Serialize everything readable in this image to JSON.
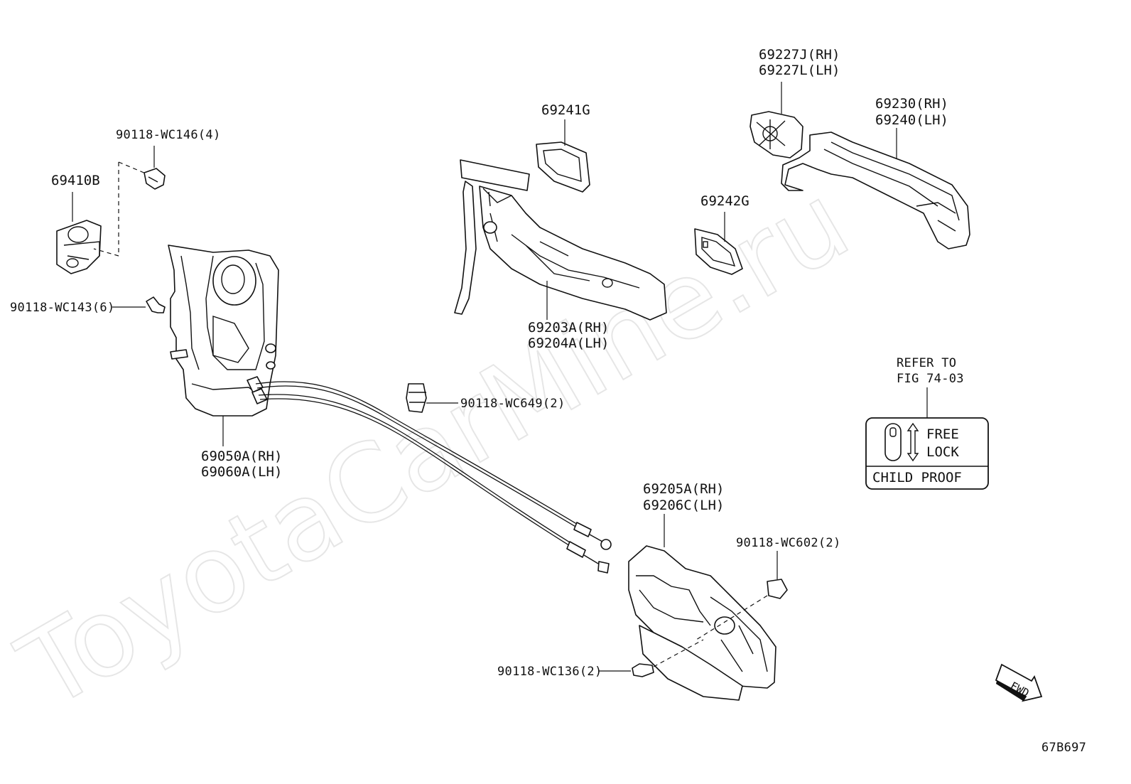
{
  "watermark": "ToyotaCarMine.ru",
  "figure_code": "67B697",
  "fwd_label": "FWD",
  "callouts": {
    "bolt_146": "90118-WC146(4)",
    "striker": "69410B",
    "screw_143": "90118-WC143(6)",
    "lock_rh": "69050A(RH)",
    "lock_lh": "69060A(LH)",
    "clamp_649": "90118-WC649(2)",
    "pad_241": "69241G",
    "frame_rh": "69203A(RH)",
    "frame_lh": "69204A(LH)",
    "cover_rh": "69227J(RH)",
    "cover_lh": "69227L(LH)",
    "pad_242": "69242G",
    "handle_rh": "69230(RH)",
    "handle_lh": "69240(LH)",
    "inner_rh": "69205A(RH)",
    "inner_lh": "69206C(LH)",
    "clip_602": "90118-WC602(2)",
    "screw_136": "90118-WC136(2)"
  },
  "refer": {
    "line1": "REFER TO",
    "line2": "FIG 74-03"
  },
  "child_proof": {
    "free": "FREE",
    "lock": "LOCK",
    "title": "CHILD PROOF"
  }
}
